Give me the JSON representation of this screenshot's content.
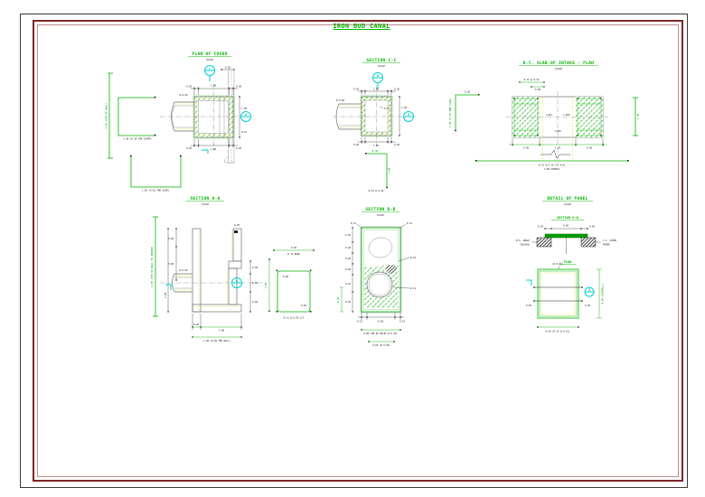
{
  "sheet": {
    "title": "IRON BUD CANAL"
  },
  "plan_cover": {
    "title": "PLAN OF COVER",
    "scale": "SCALE",
    "marker_top": "C",
    "marker_right": "A",
    "labels": [
      "0.05",
      "0.20",
      "1.00",
      "0.20",
      "Ø 0.60",
      "0.20",
      "1.00",
      "0.20",
      "1.40",
      "0.15",
      "1.40 (0.20 THK COVER)",
      "1.50 (0.10 THK SLAB)",
      "2.40 (TOP OF WALL)"
    ]
  },
  "section_cc": {
    "title": "SECTION C-C",
    "scale": "SCALE",
    "marker_top": "B",
    "marker_right": "D",
    "labels": [
      "0.20",
      "1.00",
      "0.20",
      "0.20",
      "1.00",
      "0.20",
      "1.40",
      "Ø 0.60",
      "0.15",
      "0.40",
      "1.00",
      "Ø 12 @ 0.20"
    ]
  },
  "intake_slab": {
    "title": "R.C. SLAB OF INTAKE - PLAN",
    "scale": "SCALE",
    "labels": [
      "Ø 12 @ 0.15",
      "0.60",
      "0.20",
      "1-Ø12",
      "1-Ø12",
      "1-Ø16",
      "0.90",
      "1.20",
      "0.90",
      "2.20 (0.20 THK SLAB)",
      "1.40",
      "Ø 12 @ 0.15 C/C B.W.",
      "4.00 OVERALL"
    ]
  },
  "section_aa": {
    "title": "SECTION A-A",
    "scale": "SCALE",
    "marker_right": "B",
    "labels": [
      "0.40",
      "0.90",
      "2.20",
      "2.40 (TOP OF WALL TO INVERT)",
      "Ø 0.60",
      "0.20",
      "0.30",
      "0.60",
      "0.60",
      "0.20",
      "1.00",
      "1.40 (0.20 THK WALL)",
      "0.50",
      "Ø 12 BARS",
      "1.00",
      "0.05",
      "0.05",
      "Ø 12 @ 0.20 C/C"
    ]
  },
  "section_bb": {
    "title": "SECTION B-B",
    "scale": "SCALE",
    "labels": [
      "Ø 12",
      "Ø 12",
      "0.30",
      "0.20",
      "0.20",
      "0.20",
      "0.45",
      "0.50",
      "0.60",
      "Ø 16",
      "Ø 12",
      "0.15",
      "0.60",
      "0.15",
      "0.90 (Ø0.05 HOLES @ 0.10)",
      "0.60 (Ø 0.05)"
    ]
  },
  "panel_detail": {
    "title": "DETAIL OF PANEL",
    "scale": "SCALE",
    "subtitle": "SECTION D-D",
    "plan_title": "PLAN",
    "marker_right": "D",
    "labels": [
      "0.05",
      "0.60",
      "0.05",
      "M.S. ANGLE",
      "50x50x6",
      "C.I. COVER",
      "FRAME",
      "(Ø 0.03)",
      "0.05",
      "0.05",
      "0.60 (Ø 12 @ 0.15)",
      "0.90 (OVERALL)"
    ]
  }
}
